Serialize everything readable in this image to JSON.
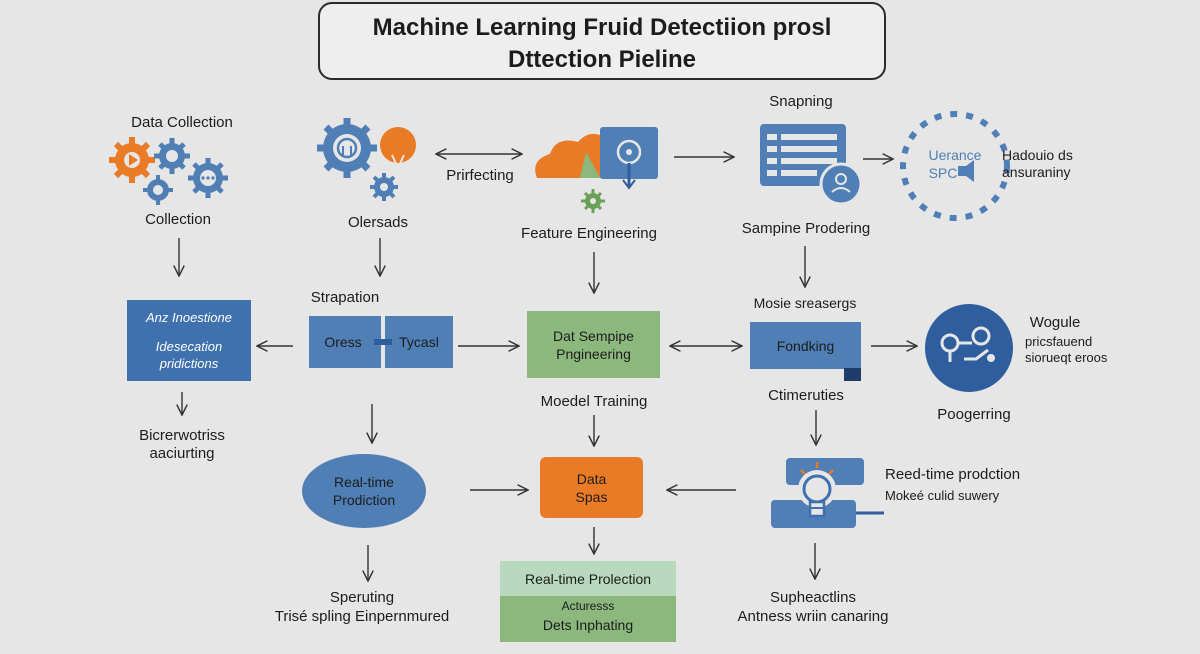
{
  "title": {
    "line1": "Machine Learning Fruid Detectiion prosl",
    "line2": "Dttection Pieline"
  },
  "row1": {
    "data_collection_label": "Data Collection",
    "collection_label": "Collection",
    "oleresads_label": "Olersads",
    "prirfecting_label": "Prirfecting",
    "feature_engineering_label": "Feature Engineering",
    "snapning_label": "Snapning",
    "sampine_label": "Sampine Prodering",
    "uerance_text_1": "Uerance",
    "uerance_text_2": "SPC",
    "hadouio_line1": "Hadouio ds",
    "hadouio_line2": "ansuraniny"
  },
  "row2": {
    "insight_box_line1": "Anz Inoestione",
    "insight_box_line2": "Idesecation",
    "insight_box_line3": "pridictions",
    "strapation_label": "Strapation",
    "oress_label": "Oress",
    "tycasl_label": "Tycasl",
    "green_box_line1": "Dat Sempipe",
    "green_box_line2": "Pngineering",
    "mosie_label": "Mosie sreasergs",
    "fondking_label": "Fondking",
    "wogule_label": "Wogule",
    "wogule_line1": "pricsfauend",
    "wogule_line2": "siorueqt eroos",
    "bicrerwotriss_line1": "Bicrerwotriss",
    "bicrerwotriss_line2": "aaciurting",
    "model_training_label": "Moedel Training",
    "ctimerities_label": "Ctimeruties",
    "poogerring_label": "Poogerring"
  },
  "row3": {
    "realtime_ellipse_line1": "Real-time",
    "realtime_ellipse_line2": "Prodiction",
    "data_spas_line1": "Data",
    "data_spas_line2": "Spas",
    "reed_title": "Reed-time prodction",
    "reed_sub": "Mokeé culid suwery"
  },
  "row4": {
    "speruting_line1": "Speruting",
    "speruting_line2": "Trisé spling Einpernmured",
    "rt_box_top": "Real-time Prolection",
    "rt_box_mid": "Acturesss",
    "rt_box_bottom": "Dets Inphating",
    "suph_line1": "Supheactlins",
    "suph_line2": "Antness wriin canaring"
  },
  "colors": {
    "blue": "#4f7fb5",
    "dark_blue": "#2f5e9e",
    "orange": "#ea7b26",
    "green": "#8cb87e",
    "light_green": "#b9d9be",
    "background": "#e6e6e6"
  }
}
